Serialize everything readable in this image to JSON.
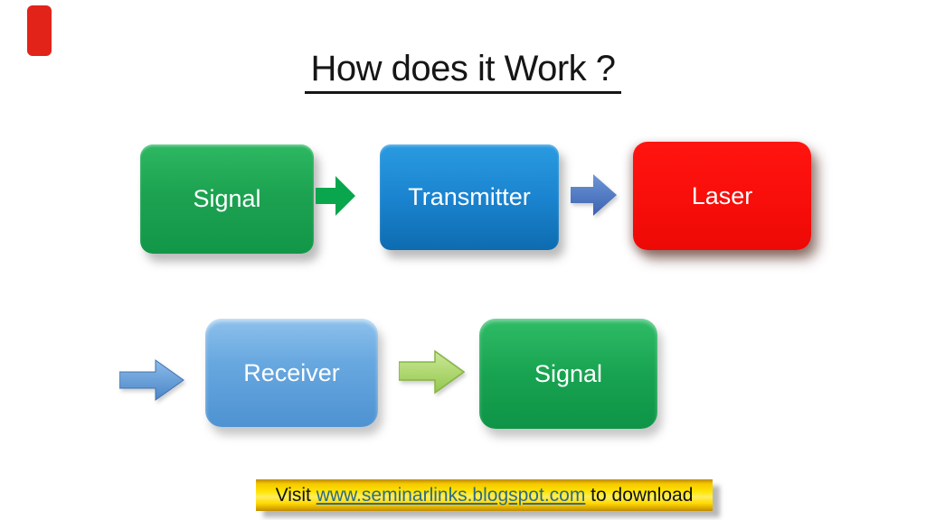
{
  "slide": {
    "title": "How does it Work ?",
    "accent_bar_color": "#e2231a",
    "top_row": {
      "boxes": [
        {
          "label": "Signal",
          "color": "#1ca351"
        },
        {
          "label": "Transmitter",
          "color": "#1b84d0"
        },
        {
          "label": "Laser",
          "color": "#f70d09"
        }
      ],
      "arrows": [
        {
          "name": "signal-to-transmitter",
          "color": "#0aa64d"
        },
        {
          "name": "transmitter-to-laser",
          "color": "#4472c4"
        }
      ]
    },
    "bottom_row": {
      "boxes": [
        {
          "label": "Receiver",
          "color": "#68a8e0"
        },
        {
          "label": "Signal",
          "color": "#18a351"
        }
      ],
      "arrows": [
        {
          "name": "entry-to-receiver",
          "color": "#5b9bd5"
        },
        {
          "name": "receiver-to-signal",
          "color": "#a6d964"
        }
      ]
    },
    "banner": {
      "prefix": "Visit ",
      "link": "www.seminarlinks.blogspot.com",
      "suffix": " to download",
      "background_color": "#ffe400",
      "link_color": "#2f6b80",
      "text_color": "#111111"
    }
  }
}
